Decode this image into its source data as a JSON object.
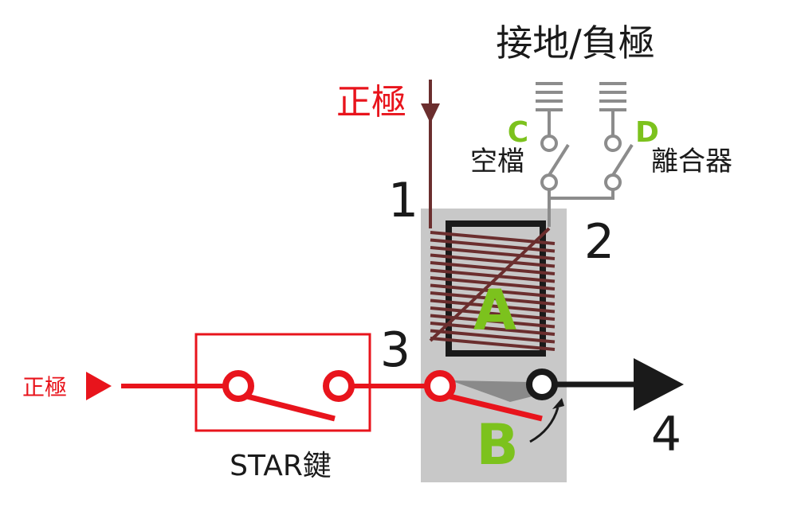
{
  "labels": {
    "ground_negative": "接地/負極",
    "positive_top": "正極",
    "positive_left": "正極",
    "neutral": "空檔",
    "clutch": "離合器",
    "start_key": "STAR鍵"
  },
  "terminals": {
    "t1": "1",
    "t2": "2",
    "t3": "3",
    "t4": "4"
  },
  "parts": {
    "coil": "A",
    "contact": "B",
    "switch_c": "C",
    "switch_d": "D"
  },
  "colors": {
    "positive_wire": "#e8141c",
    "coil_wire": "#6b2e2e",
    "ground_wire": "#8c8c8c",
    "relay_body": "#c8c8c8",
    "part_letter": "#7cc21d",
    "text": "#1a1a1a"
  }
}
